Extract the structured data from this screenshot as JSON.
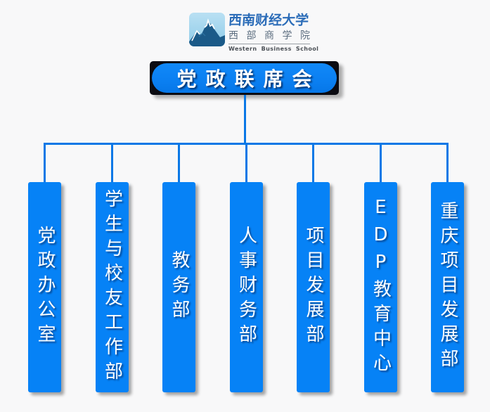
{
  "page": {
    "background_color": "#f8f8f9"
  },
  "logo": {
    "icon": "mountain-logo-icon",
    "university_name": "西南财经大学",
    "school_name_cn": "西部商学院",
    "school_name_en": "Western Business School"
  },
  "org_chart": {
    "root_label": "党政联席会",
    "departments": [
      {
        "label": "党政办公室"
      },
      {
        "label": "学生与校友工作部"
      },
      {
        "label": "教务部"
      },
      {
        "label": "人事财务部"
      },
      {
        "label": "项目发展部"
      },
      {
        "label": "EDP教育中心"
      },
      {
        "label": "重庆项目发展部"
      }
    ]
  },
  "colors": {
    "department_box_blue": "#0682f6",
    "connector_blue": "#0a78e6",
    "root_frame_black": "#0b0b12",
    "root_pill_blue": "#0b80f2",
    "logo_calligraphy_blue": "#2b6cb8",
    "logo_gray_blue": "#5d6e80",
    "logo_sky_blue": "#a7d8ef",
    "logo_mountain_blue": "#1b5a88",
    "text_white": "#ffffff"
  }
}
